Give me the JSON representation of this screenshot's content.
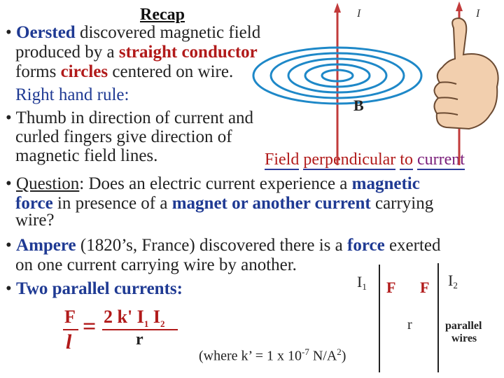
{
  "slide": {
    "title": "Recap",
    "bullet_char": "•",
    "oersted": {
      "name": "Oersted",
      "rest1": "discovered magnetic field",
      "line2_pre": "produced by a",
      "line2_strong": "straight conductor",
      "line3_pre": "forms",
      "line3_strong": "circles",
      "line3_post": "centered on wire."
    },
    "rhr": {
      "strong": "Right hand rule",
      "colon": ":"
    },
    "thumb": {
      "line1": "Thumb in direction of current and",
      "line2": "curled fingers give direction of",
      "line3": "magnetic field lines."
    },
    "field_perp": {
      "pre": "Field",
      "perp": "perpendicular",
      "mid": "to",
      "post": "current"
    },
    "question": {
      "label": "Question",
      "rest1": ": Does an electric current experience a",
      "strong1": "magnetic",
      "strong2": "force",
      "rest2": "in presence of a",
      "strong3": "magnet or another current",
      "rest3": "carrying",
      "line3": "wire?"
    },
    "ampere": {
      "name": "Ampere",
      "rest1": "(1820’s, France) discovered there is a",
      "strong": "force",
      "rest1b": "exerted",
      "line2": "on one current carrying wire by another."
    },
    "parallel": {
      "text": "Two parallel currents:"
    },
    "formula": {
      "F": "F",
      "l": "l",
      "eq": "=",
      "num": "2 k' I",
      "sub1": "1",
      "I2": " I",
      "sub2": "2",
      "den": "r",
      "note_pre": "(where k’ = 1 x 10",
      "note_exp": "-7",
      "note_mid": " N/A",
      "note_sup": "2",
      "note_post": ")"
    },
    "diagram": {
      "I_label": "I",
      "B_label": "B",
      "I1": "I",
      "I1_sub": "1",
      "I2": "I",
      "I2_sub": "2",
      "F_left": "F",
      "F_right": "F",
      "r": "r",
      "parallel": "parallel",
      "wires": "wires"
    },
    "colors": {
      "blue": "#1f3a93",
      "red": "#b11a1a",
      "field_ring": "#1e88c8",
      "wire": "#c23b3b"
    }
  }
}
